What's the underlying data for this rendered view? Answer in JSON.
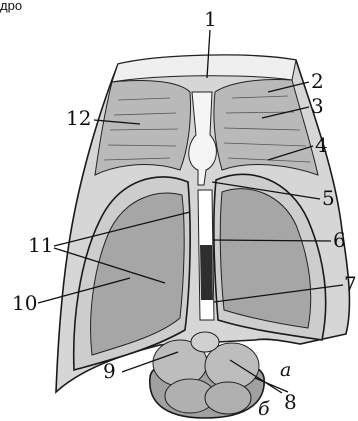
{
  "corner_text": "дро",
  "labels": [
    "1",
    "2",
    "3",
    "4",
    "5",
    "6",
    "7",
    "8",
    "9",
    "10",
    "11",
    "12"
  ],
  "sublabels": [
    "а",
    "б"
  ]
}
